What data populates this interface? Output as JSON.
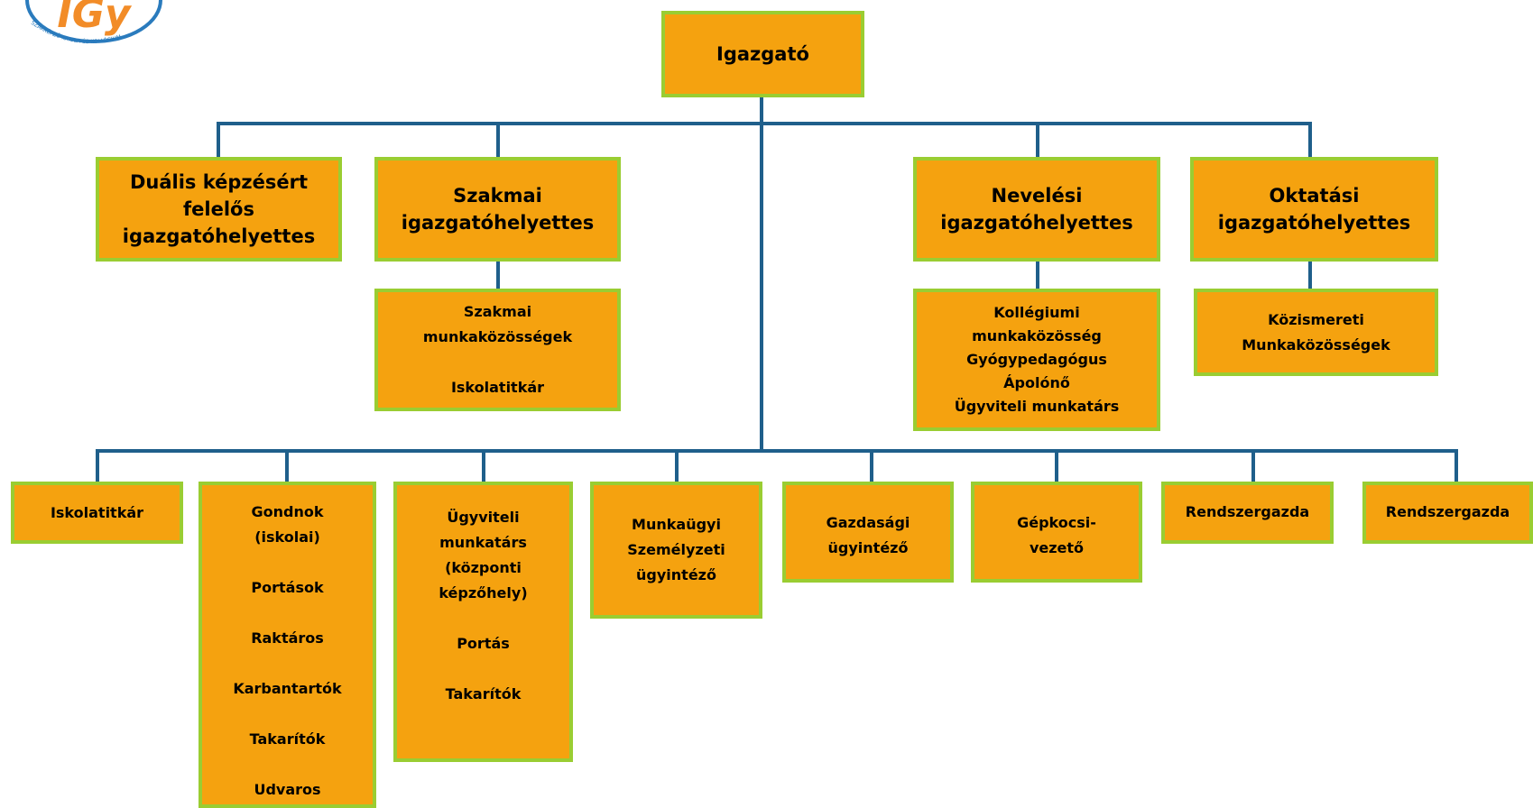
{
  "logo": {
    "text": "IGy",
    "ring_text": "SZAKKÉPZŐ ISKOLA ÉS KOLLÉGIUM"
  },
  "colors": {
    "box_fill": "#f5a20f",
    "box_border": "#9acd32",
    "connector": "#1f5f8b"
  },
  "root": {
    "label": "Igazgató"
  },
  "deputies": [
    {
      "lines": [
        "Duális képzésért",
        "felelős",
        "igazgatóhelyettes"
      ]
    },
    {
      "lines": [
        "Szakmai",
        "igazgatóhelyettes"
      ]
    },
    {
      "lines": [
        "Nevelési",
        "igazgatóhelyettes"
      ]
    },
    {
      "lines": [
        "Oktatási",
        "igazgatóhelyettes"
      ]
    }
  ],
  "deputy_subs": [
    {
      "lines": [
        "Szakmai",
        "munkaközösségek",
        "",
        "Iskolatitkár"
      ]
    },
    {
      "lines": [
        "Kollégiumi",
        "munkaközösség",
        "Gyógypedagógus",
        "Ápolónő",
        "Ügyviteli munkatárs"
      ]
    },
    {
      "lines": [
        "Közismereti",
        "Munkaközösségek"
      ]
    }
  ],
  "staff": [
    {
      "lines": [
        "Iskolatitkár"
      ]
    },
    {
      "lines": [
        "Gondnok",
        "(iskolai)",
        "",
        "Portások",
        "",
        "Raktáros",
        "",
        "Karbantartók",
        "",
        "Takarítók",
        "",
        "Udvaros"
      ]
    },
    {
      "lines": [
        "Ügyviteli",
        "munkatárs",
        "(központi",
        "képzőhely)",
        "",
        "Portás",
        "",
        "Takarítók"
      ]
    },
    {
      "lines": [
        "Munkaügyi",
        "Személyzeti",
        "ügyintéző"
      ]
    },
    {
      "lines": [
        "Gazdasági",
        "ügyintéző"
      ]
    },
    {
      "lines": [
        "Gépkocsi-",
        "vezető"
      ]
    },
    {
      "lines": [
        "Rendszergazda"
      ]
    },
    {
      "lines": [
        "Rendszergazda"
      ]
    }
  ]
}
